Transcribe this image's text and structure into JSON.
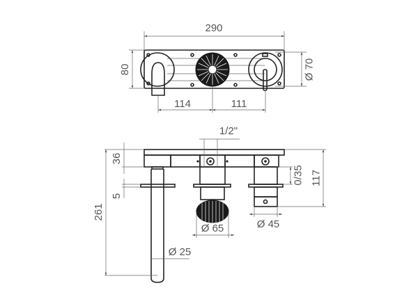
{
  "drawing": {
    "type": "technical-dimension-drawing",
    "subject": "wall-mounted mixer tap with spout, central knob and lever handle",
    "units": "mm",
    "top_view": {
      "dimensions": {
        "overall_width": "290",
        "plate_height": "80",
        "rosette_diameter": "Ø 70",
        "spout_to_center": "114",
        "center_to_handle": "111"
      }
    },
    "side_view": {
      "dimensions": {
        "thread": "1/2\"",
        "body_depth": "36",
        "rosette_thickness": "5",
        "total_height": "261",
        "adjust_range": "0/35",
        "handle_depth": "117",
        "knob_diameter": "Ø 65",
        "handle_diameter": "Ø 45",
        "spout_diameter": "Ø 25"
      }
    }
  },
  "colors": {
    "line": "#222222",
    "dimension_line": "#666666",
    "text": "#555555",
    "background": "#ffffff"
  }
}
